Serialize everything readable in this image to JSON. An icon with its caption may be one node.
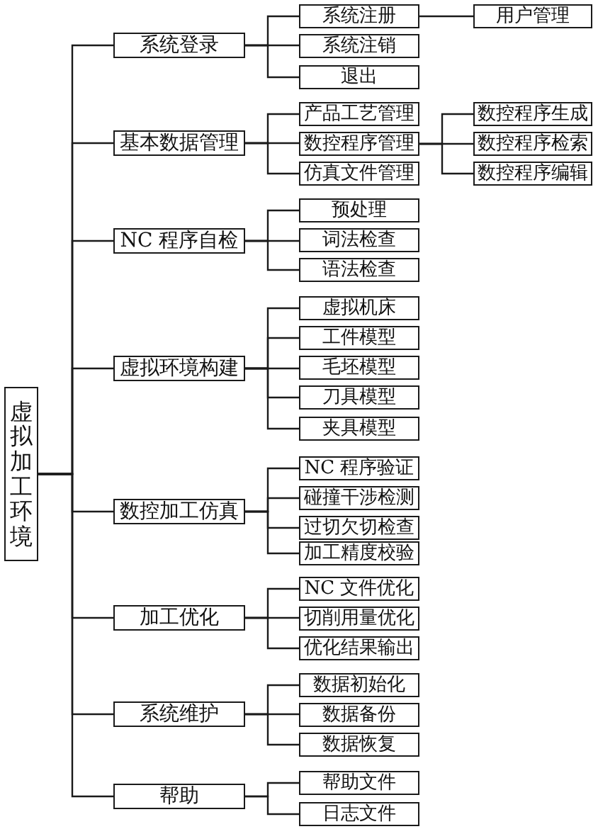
{
  "diagram": {
    "nodes": [
      {
        "text": [
          "虚拟加工环境"
        ]
      },
      {
        "text": [
          "系统登录"
        ]
      },
      {
        "text": [
          "系统注册"
        ]
      },
      {
        "text": [
          "用户管理"
        ]
      },
      {
        "text": [
          "系统注销"
        ]
      },
      {
        "text": [
          "退出"
        ]
      },
      {
        "text": [
          "基本数据管理"
        ]
      },
      {
        "text": [
          "产品工艺管理"
        ]
      },
      {
        "text": [
          "数控程序管理"
        ]
      },
      {
        "text": [
          "数控程序生成"
        ]
      },
      {
        "text": [
          "数控程序检索"
        ]
      },
      {
        "text": [
          "数控程序编辑"
        ]
      },
      {
        "text": [
          "仿真文件管理"
        ]
      },
      {
        "text": [
          "NC 程序自检"
        ]
      },
      {
        "text": [
          "预处理"
        ]
      },
      {
        "text": [
          "词法检查"
        ]
      },
      {
        "text": [
          "语法检查"
        ]
      },
      {
        "text": [
          "虚拟环境构建"
        ]
      },
      {
        "text": [
          "虚拟机床"
        ]
      },
      {
        "text": [
          "工件模型"
        ]
      },
      {
        "text": [
          "毛坯模型"
        ]
      },
      {
        "text": [
          "刀具模型"
        ]
      },
      {
        "text": [
          "夹具模型"
        ]
      },
      {
        "text": [
          "数控加工仿真"
        ]
      },
      {
        "text": [
          "NC 程序验证"
        ]
      },
      {
        "text": [
          "碰撞干涉检测"
        ]
      },
      {
        "text": [
          "过切欠切检查"
        ]
      },
      {
        "text": [
          "加工精度校验"
        ]
      },
      {
        "text": [
          "加工优化"
        ]
      },
      {
        "text": [
          "NC 文件优化"
        ]
      },
      {
        "text": [
          "切削用量优化"
        ]
      },
      {
        "text": [
          "优化结果输出"
        ]
      },
      {
        "text": [
          "系统维护"
        ]
      },
      {
        "text": [
          "数据初始化"
        ]
      },
      {
        "text": [
          "数据备份"
        ]
      },
      {
        "text": [
          "数据恢复"
        ]
      },
      {
        "text": [
          "帮助"
        ]
      },
      {
        "text": [
          "帮助文件"
        ]
      },
      {
        "text": [
          "日志文件"
        ]
      }
    ],
    "edges": [
      {
        "from": 0,
        "to": 1,
        "arrow": "none"
      },
      {
        "from": 0,
        "to": 6,
        "arrow": "none"
      },
      {
        "from": 0,
        "to": 13,
        "arrow": "none"
      },
      {
        "from": 0,
        "to": 17,
        "arrow": "none"
      },
      {
        "from": 0,
        "to": 23,
        "arrow": "none"
      },
      {
        "from": 0,
        "to": 28,
        "arrow": "none"
      },
      {
        "from": 0,
        "to": 32,
        "arrow": "none"
      },
      {
        "from": 0,
        "to": 36,
        "arrow": "none"
      },
      {
        "from": 1,
        "to": 2,
        "arrow": "none"
      },
      {
        "from": 1,
        "to": 4,
        "arrow": "none"
      },
      {
        "from": 1,
        "to": 5,
        "arrow": "none"
      },
      {
        "from": 2,
        "to": 3,
        "arrow": "none"
      },
      {
        "from": 6,
        "to": 7,
        "arrow": "none"
      },
      {
        "from": 6,
        "to": 8,
        "arrow": "none"
      },
      {
        "from": 6,
        "to": 12,
        "arrow": "none"
      },
      {
        "from": 8,
        "to": 9,
        "arrow": "none"
      },
      {
        "from": 8,
        "to": 10,
        "arrow": "none"
      },
      {
        "from": 8,
        "to": 11,
        "arrow": "none"
      },
      {
        "from": 13,
        "to": 14,
        "arrow": "none"
      },
      {
        "from": 13,
        "to": 15,
        "arrow": "none"
      },
      {
        "from": 13,
        "to": 16,
        "arrow": "none"
      },
      {
        "from": 17,
        "to": 18,
        "arrow": "none"
      },
      {
        "from": 17,
        "to": 19,
        "arrow": "none"
      },
      {
        "from": 17,
        "to": 20,
        "arrow": "none"
      },
      {
        "from": 17,
        "to": 21,
        "arrow": "none"
      },
      {
        "from": 17,
        "to": 22,
        "arrow": "none"
      },
      {
        "from": 23,
        "to": 24,
        "arrow": "none"
      },
      {
        "from": 23,
        "to": 25,
        "arrow": "none"
      },
      {
        "from": 23,
        "to": 26,
        "arrow": "none"
      },
      {
        "from": 23,
        "to": 27,
        "arrow": "none"
      },
      {
        "from": 28,
        "to": 29,
        "arrow": "none"
      },
      {
        "from": 28,
        "to": 30,
        "arrow": "none"
      },
      {
        "from": 28,
        "to": 31,
        "arrow": "none"
      },
      {
        "from": 32,
        "to": 33,
        "arrow": "none"
      },
      {
        "from": 32,
        "to": 34,
        "arrow": "none"
      },
      {
        "from": 32,
        "to": 35,
        "arrow": "none"
      },
      {
        "from": 36,
        "to": 37,
        "arrow": "none"
      },
      {
        "from": 36,
        "to": 38,
        "arrow": "none"
      }
    ]
  }
}
